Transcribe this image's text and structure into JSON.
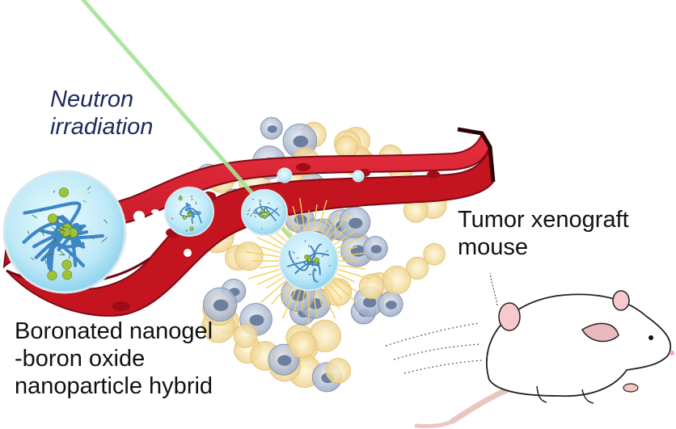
{
  "labels": {
    "neutron": [
      "Neutron",
      "irradiation"
    ],
    "tumor": [
      "Tumor xenograft",
      "mouse"
    ],
    "hybrid": [
      "Boronated nanogel",
      "-boron oxide",
      "nanoparticle hybrid"
    ]
  },
  "icons": [
    "neutron-beam-icon",
    "blood-vessel-icon",
    "nanogel-particle-icon",
    "tumor-cell-cluster-icon",
    "mouse-icon"
  ],
  "colors": {
    "vessel": "#d2192a",
    "vessel_dark": "#8e0d18",
    "beam": "#9fdc8f",
    "nanogel_shell": "#bfe9f7",
    "nanogel_strand": "#3f86c7",
    "boron_particle": "#9fc23c",
    "tumor_cell": "#f3d999",
    "tumor_cell_blue": "#b8c4d8",
    "nucleus": "#7188a8",
    "sparks": "#f1d15a",
    "mouse_body": "#ffffff",
    "mouse_ear": "#f7c9cf"
  }
}
